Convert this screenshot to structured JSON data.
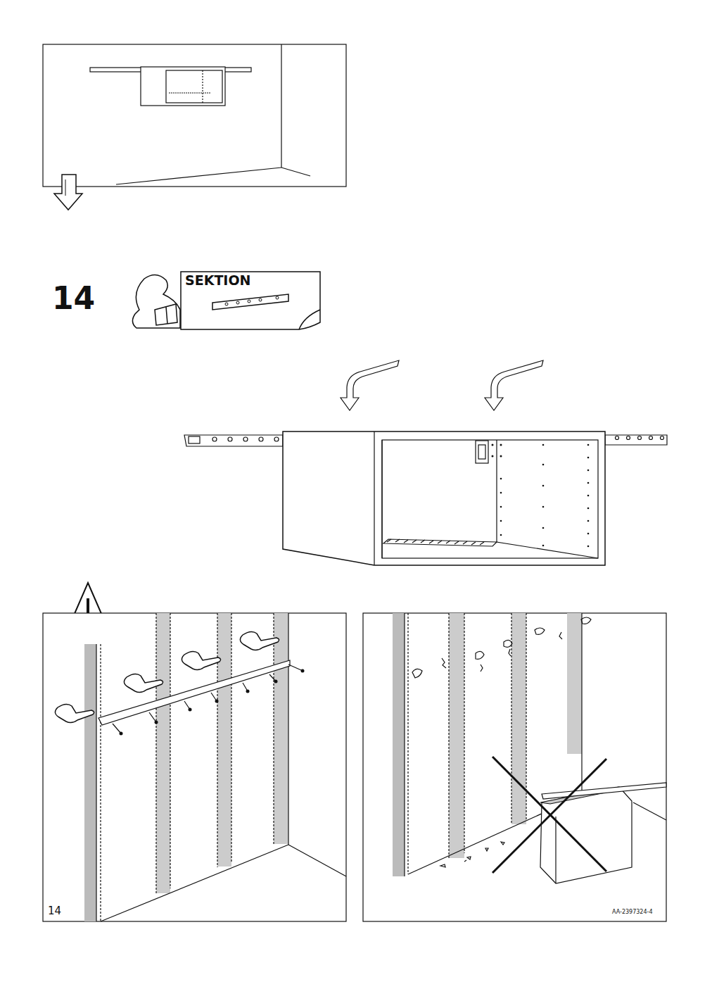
{
  "diagram": {
    "nodes": [
      {
        "text": [
          "SEKTION"
        ]
      }
    ],
    "labels": [
      "14",
      "14",
      "AA-2397324-4"
    ]
  }
}
